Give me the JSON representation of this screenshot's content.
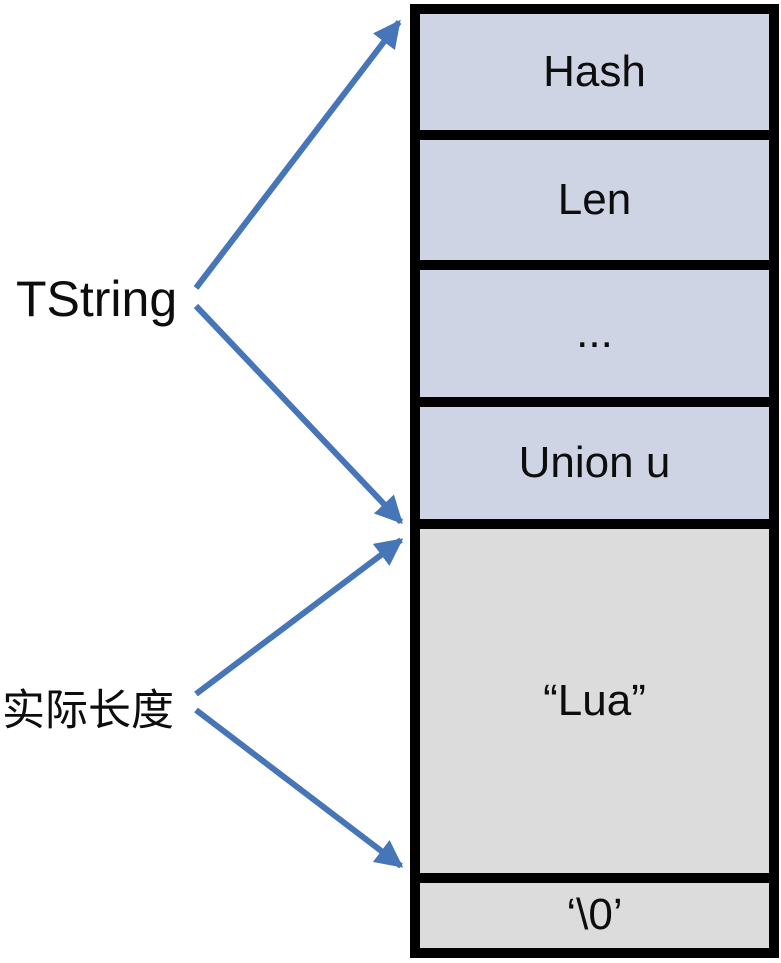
{
  "diagram": {
    "left_labels": [
      {
        "text": "TString"
      },
      {
        "text": "实际长度"
      }
    ],
    "cells": [
      {
        "label": "Hash"
      },
      {
        "label": "Len"
      },
      {
        "label": "..."
      },
      {
        "label": "Union u"
      },
      {
        "label": "“Lua”"
      },
      {
        "label": "‘\\0’"
      }
    ],
    "colors": {
      "struct_cell_fill": "#ced4e4",
      "string_cell_fill": "#dcdcdc",
      "cell_border": "#000000",
      "arrow": "#4675b8",
      "text": "#0d0d0d",
      "background": "#ffffff"
    }
  }
}
